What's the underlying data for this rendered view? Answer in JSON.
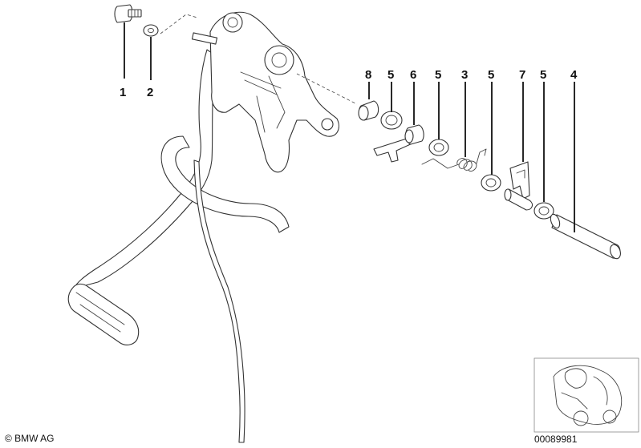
{
  "callouts": [
    {
      "id": "1",
      "label": "1"
    },
    {
      "id": "2",
      "label": "2"
    },
    {
      "id": "8",
      "label": "8"
    },
    {
      "id": "5a",
      "label": "5"
    },
    {
      "id": "6",
      "label": "6"
    },
    {
      "id": "5b",
      "label": "5"
    },
    {
      "id": "3",
      "label": "3"
    },
    {
      "id": "5c",
      "label": "5"
    },
    {
      "id": "7",
      "label": "7"
    },
    {
      "id": "5d",
      "label": "5"
    },
    {
      "id": "4",
      "label": "4"
    }
  ],
  "footer": {
    "copyright": "© BMW AG",
    "diagram_number": "00089981"
  },
  "colors": {
    "line": "#333333",
    "background": "#ffffff",
    "text": "#111111"
  }
}
